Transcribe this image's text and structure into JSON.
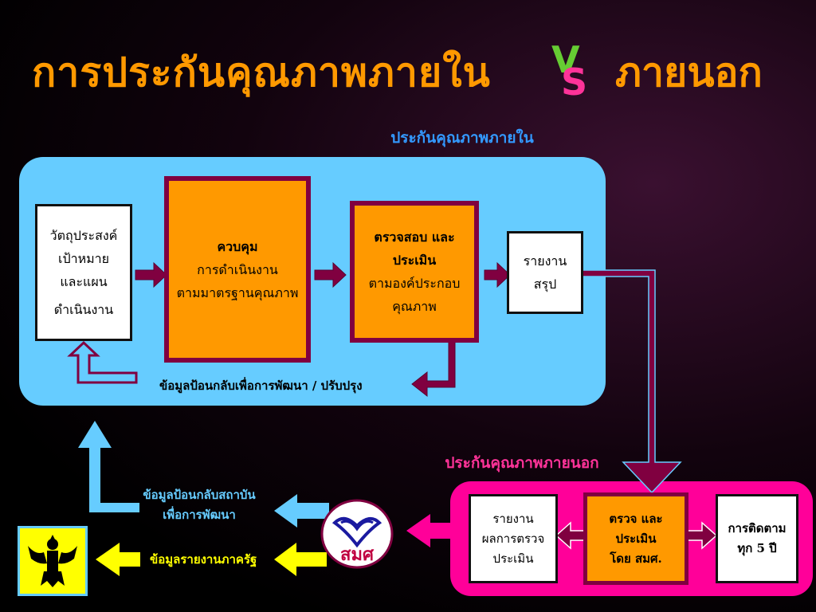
{
  "title": {
    "left": "การประกันคุณภาพภายใน",
    "vs_v": "V",
    "vs_s": "S",
    "right": "ภายนอก"
  },
  "internal": {
    "heading": "ประกันคุณภาพภายใน",
    "objectives": [
      "วัตถุประสงค์",
      "เป้าหมาย",
      "และแผน",
      "ดำเนินงาน"
    ],
    "control": {
      "title": "ควบคุม",
      "lines": [
        "การดำเนินงาน",
        "ตามมาตรฐานคุณภาพ"
      ]
    },
    "assess": {
      "title": [
        "ตรวจสอบ และ",
        "ประเมิน"
      ],
      "lines": [
        "ตามองค์ประกอบ",
        "คุณภาพ"
      ]
    },
    "report": [
      "รายงาน",
      "สรุป"
    ],
    "feedback": "ข้อมูลป้อนกลับเพื่อการพัฒนา / ปรับปรุง"
  },
  "external": {
    "heading": "ประกันคุณภาพภายนอก",
    "report": [
      "รายงาน",
      "ผลการตรวจ",
      "ประเมิน"
    ],
    "assess": [
      "ตรวจ และ",
      "ประเมิน",
      "โดย สมศ."
    ],
    "follow": [
      "การติดตาม",
      "ทุก 5 ปี"
    ],
    "logo_text": "สมศ"
  },
  "left_labels": {
    "feedback": [
      "ข้อมูลป้อนกลับสถาบัน",
      "เพื่อการพัฒนา"
    ],
    "gov": "ข้อมูลรายงานภาครัฐ"
  },
  "colors": {
    "title": "#ff9900",
    "internal_panel": "#66ccff",
    "external_panel": "#ff0099",
    "arrow": "#800040",
    "box": "#ff9900"
  },
  "icons": [
    "garuda-emblem-icon",
    "onesqa-logo-icon"
  ]
}
